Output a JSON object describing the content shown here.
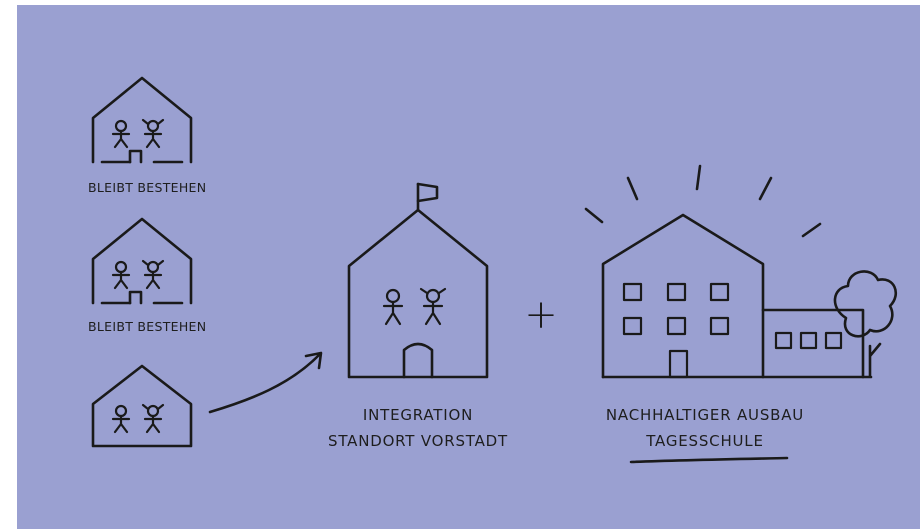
{
  "small_houses": [
    {
      "label": "BLEIBT BESTEHEN"
    },
    {
      "label": "BLEIBT BESTEHEN"
    },
    {
      "label": ""
    }
  ],
  "integration": {
    "line1": "INTEGRATION",
    "line2": "STANDORT VORSTADT"
  },
  "operator": "+",
  "expansion": {
    "line1": "NACHHALTIGER AUSBAU",
    "line2": "TAGESSCHULE"
  },
  "colors": {
    "background": "#9aa0d1",
    "ink": "#1a1a1a"
  }
}
